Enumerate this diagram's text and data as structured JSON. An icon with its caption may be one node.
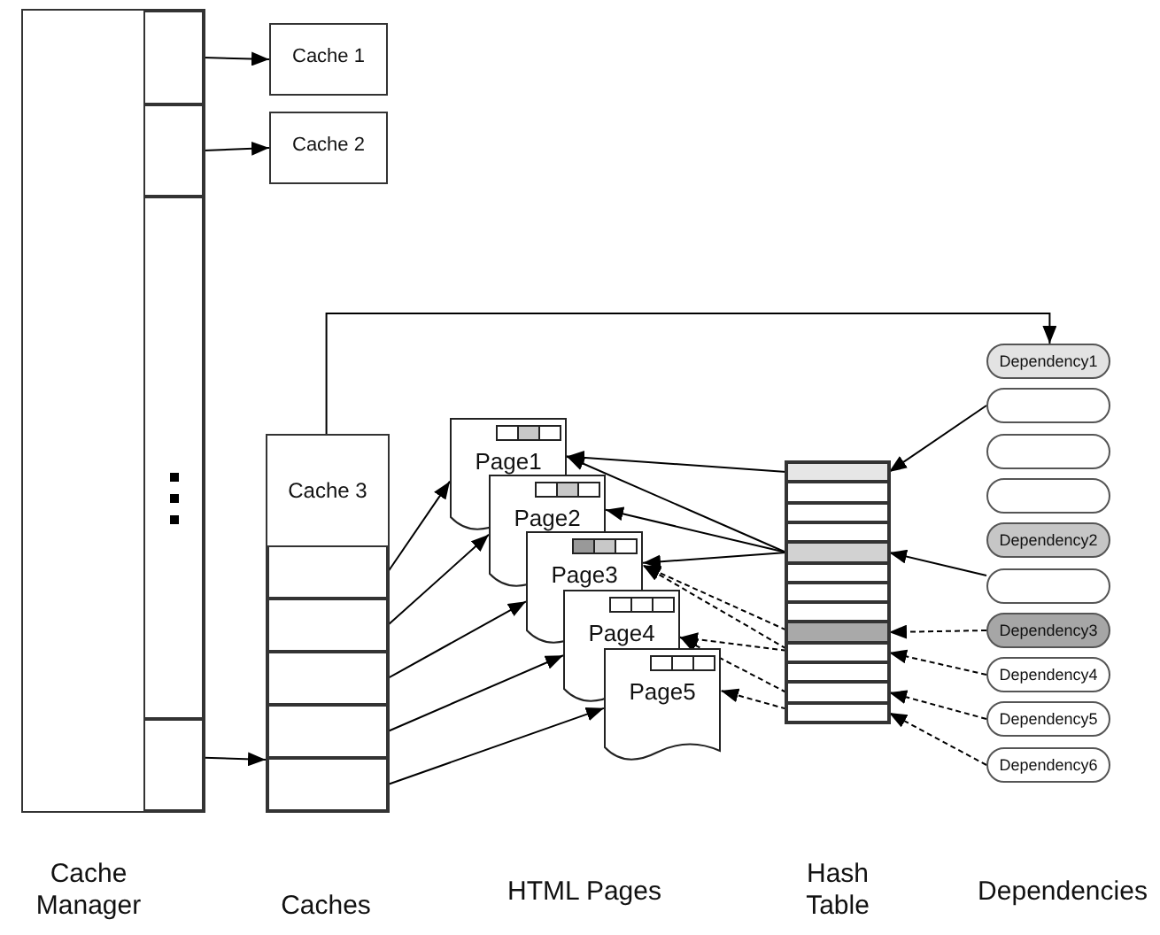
{
  "diagram": {
    "nodes": [
      {
        "text": [],
        "shape": "box"
      },
      {
        "text": [],
        "shape": "box",
        "in": 0
      },
      {
        "text": [],
        "shape": "box",
        "in": 0
      },
      {
        "text": [],
        "shape": "box",
        "in": 0
      },
      {
        "text": [],
        "shape": "box",
        "in": 0
      },
      {
        "text": [
          "Cache 1"
        ]
      },
      {
        "text": [
          "Cache 2"
        ]
      },
      {
        "text": [
          "Cache 3"
        ]
      },
      {
        "text": [],
        "shape": "box",
        "in": 7
      },
      {
        "text": [],
        "shape": "box",
        "in": 7
      },
      {
        "text": [],
        "shape": "box",
        "in": 7
      },
      {
        "text": [],
        "shape": "box",
        "in": 7
      },
      {
        "text": [],
        "shape": "box",
        "in": 7
      },
      {
        "text": [
          "Page1"
        ]
      },
      {
        "text": [
          "Page2"
        ]
      },
      {
        "text": [
          "Page3"
        ]
      },
      {
        "text": [
          "Page4"
        ]
      },
      {
        "text": [
          "Page5"
        ]
      },
      {
        "text": [],
        "shape": "box"
      },
      {
        "text": [],
        "shape": "box",
        "in": 18
      },
      {
        "text": [],
        "shape": "box",
        "in": 18
      },
      {
        "text": [],
        "shape": "box",
        "in": 18
      },
      {
        "text": [],
        "shape": "box",
        "in": 18
      },
      {
        "text": [],
        "shape": "box",
        "in": 18
      },
      {
        "text": [],
        "shape": "box",
        "in": 18
      },
      {
        "text": [],
        "shape": "box",
        "in": 18
      },
      {
        "text": [],
        "shape": "box",
        "in": 18
      },
      {
        "text": [],
        "shape": "box",
        "in": 18
      },
      {
        "text": [],
        "shape": "box",
        "in": 18
      },
      {
        "text": [],
        "shape": "box",
        "in": 18
      },
      {
        "text": [],
        "shape": "box",
        "in": 18
      },
      {
        "text": [],
        "shape": "box",
        "in": 18
      },
      {
        "text": [
          "Dependency1"
        ]
      },
      {
        "text": [],
        "shape": "oval"
      },
      {
        "text": [],
        "shape": "oval"
      },
      {
        "text": [],
        "shape": "oval"
      },
      {
        "text": [
          "Dependency2"
        ]
      },
      {
        "text": [],
        "shape": "oval"
      },
      {
        "text": [
          "Dependency3"
        ]
      },
      {
        "text": [
          "Dependency4"
        ]
      },
      {
        "text": [
          "Dependency5"
        ]
      },
      {
        "text": [
          "Dependency6"
        ]
      }
    ],
    "edges": [
      {
        "from": 1,
        "to": 5,
        "arrow": "to"
      },
      {
        "from": 2,
        "to": 6,
        "arrow": "to"
      },
      {
        "from": 4,
        "to": 7,
        "arrow": "to"
      },
      {
        "from": 7,
        "to": 32,
        "arrow": "to"
      },
      {
        "from": 8,
        "to": 13,
        "arrow": "to"
      },
      {
        "from": 9,
        "to": 14,
        "arrow": "to"
      },
      {
        "from": 10,
        "to": 15,
        "arrow": "to"
      },
      {
        "from": 11,
        "to": 16,
        "arrow": "to"
      },
      {
        "from": 12,
        "to": 17,
        "arrow": "to"
      },
      {
        "from": 19,
        "to": 13,
        "arrow": "to"
      },
      {
        "from": 23,
        "to": 13,
        "arrow": "to"
      },
      {
        "from": 23,
        "to": 14,
        "arrow": "to"
      },
      {
        "from": 23,
        "to": 15,
        "arrow": "to"
      },
      {
        "from": 27,
        "to": 15,
        "arrow": "to",
        "style": "dashed"
      },
      {
        "from": 28,
        "to": 15,
        "arrow": "to",
        "style": "dashed"
      },
      {
        "from": 28,
        "to": 16,
        "arrow": "to",
        "style": "dashed"
      },
      {
        "from": 30,
        "to": 16,
        "arrow": "to",
        "style": "dashed"
      },
      {
        "from": 31,
        "to": 17,
        "arrow": "to",
        "style": "dashed"
      },
      {
        "from": 33,
        "to": 19,
        "arrow": "to"
      },
      {
        "from": 37,
        "to": 23,
        "arrow": "to"
      },
      {
        "from": 38,
        "to": 27,
        "arrow": "to",
        "style": "dashed"
      },
      {
        "from": 39,
        "to": 28,
        "arrow": "to",
        "style": "dashed"
      },
      {
        "from": 40,
        "to": 30,
        "arrow": "to",
        "style": "dashed"
      },
      {
        "from": 41,
        "to": 31,
        "arrow": "to",
        "style": "dashed"
      }
    ],
    "labels": [
      "Cache Manager",
      "Caches",
      "HTML Pages",
      "Hash Table",
      "Dependencies"
    ]
  }
}
